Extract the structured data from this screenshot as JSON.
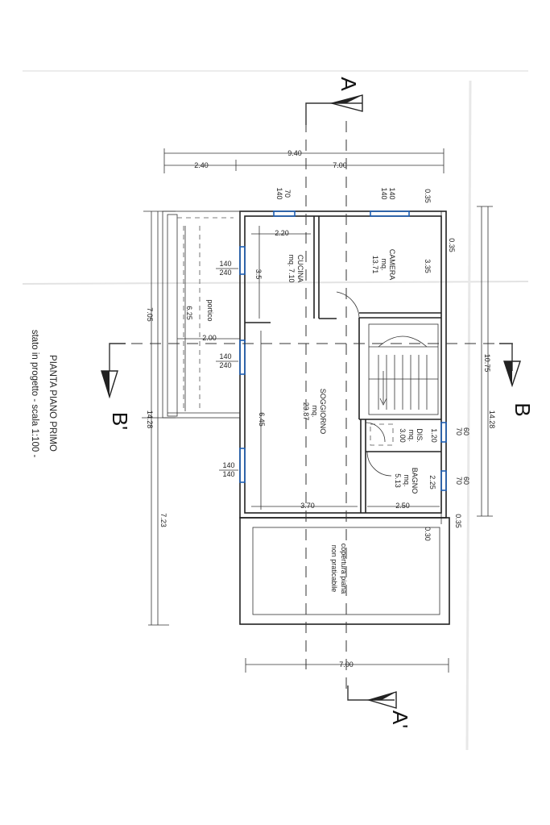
{
  "drawing": {
    "title": "PIANTA PIANO PRIMO",
    "subtitle": "stato in progetto - scala 1:100 -"
  },
  "sections": {
    "a_top": "A",
    "a_bottom": "A'",
    "b_right": "B",
    "b_left": "B'"
  },
  "rooms": {
    "cucina": {
      "name": "CUCINA",
      "area": "mq. 7.10"
    },
    "camera": {
      "name": "CAMERA",
      "area_unit": "mq.",
      "area": "13.71"
    },
    "soggiorno": {
      "name": "SOGGIORNO",
      "area_unit": "mq.",
      "area": "23.87"
    },
    "dis": {
      "name": "DIS.",
      "area_unit": "mq.",
      "area": "3.00"
    },
    "bagno": {
      "name": "BAGNO",
      "area_unit": "mq.",
      "area": "5.13"
    },
    "portico": {
      "name": "portico"
    },
    "copertura": {
      "line1": "copertura piana",
      "line2": "non praticabile"
    }
  },
  "dimensions": {
    "top_total": "9.40",
    "top_left": "2.40",
    "top_right": "7.00",
    "bottom": "7.00",
    "left_upper": "7.05",
    "left_mid": "14.28",
    "left_lower": "7.23",
    "right_total": "14.28",
    "right_upper": "10.75",
    "cucina_w": "2.20",
    "cucina_d": "3.5",
    "portico_d": "6.25",
    "portico_w": "2.00",
    "soggiorno_d": "6.45",
    "soggiorno_w": "3.70",
    "camera_d": "3.35",
    "bagno_w": "2.50",
    "bagno_d": "2.25",
    "dis_w": "1.20",
    "top_edge": "0.35",
    "right_edge_top": "0.35",
    "right_edge_bottom": "0.35",
    "right_edge_lower": "0.30"
  },
  "windows": {
    "w1": {
      "top": "70",
      "bottom": "140"
    },
    "w2": {
      "top": "140",
      "bottom": "140"
    },
    "w3": {
      "top": "140",
      "bottom": "240"
    },
    "w4": {
      "top": "140",
      "bottom": "240"
    },
    "w5": {
      "top": "140",
      "bottom": "140"
    },
    "w6": {
      "top": "60",
      "bottom": "70"
    },
    "w7": {
      "top": "60",
      "bottom": "70"
    }
  }
}
